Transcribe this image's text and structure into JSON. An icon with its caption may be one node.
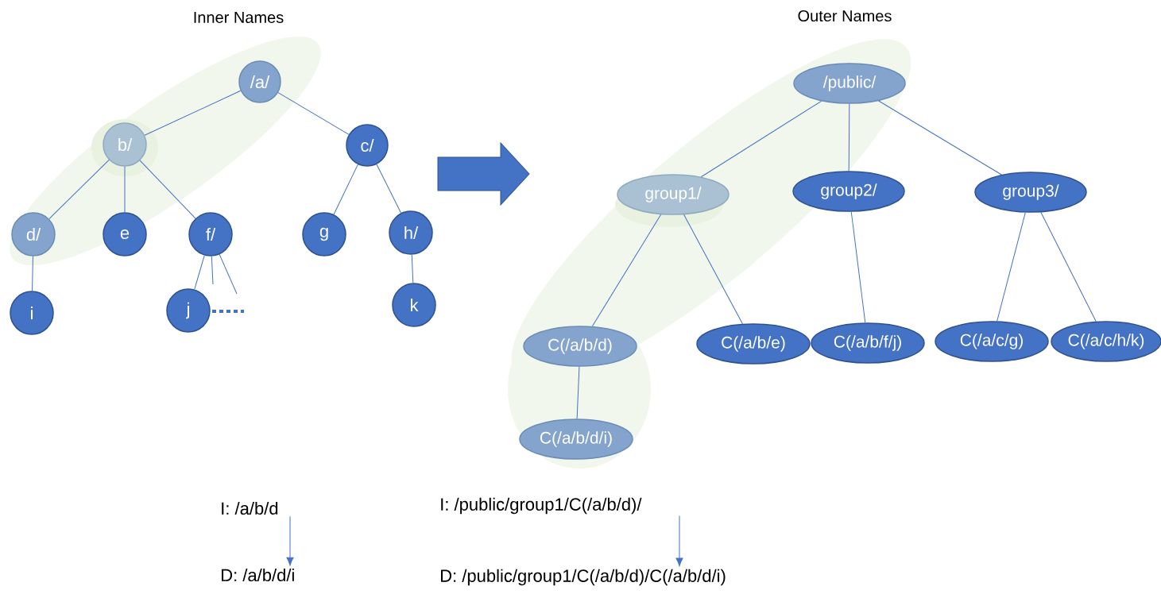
{
  "diagram": {
    "nodes": [
      {
        "text": [
          "/a/"
        ]
      },
      {
        "text": [
          "b/"
        ]
      },
      {
        "text": [
          "c/"
        ]
      },
      {
        "text": [
          "d/"
        ]
      },
      {
        "text": [
          "e"
        ]
      },
      {
        "text": [
          "f/"
        ]
      },
      {
        "text": [
          "g"
        ]
      },
      {
        "text": [
          "h/"
        ]
      },
      {
        "text": [
          "i"
        ]
      },
      {
        "text": [
          "j"
        ]
      },
      {
        "text": [
          "k"
        ]
      },
      {
        "text": [
          "/public/"
        ]
      },
      {
        "text": [
          "group1/"
        ]
      },
      {
        "text": [
          "group2/"
        ]
      },
      {
        "text": [
          "group3/"
        ]
      },
      {
        "text": [
          "C(/a/b/d)"
        ]
      },
      {
        "text": [
          "C(/a/b/e)"
        ]
      },
      {
        "text": [
          "C(/a/b/f/j)"
        ]
      },
      {
        "text": [
          "C(/a/c/g)"
        ]
      },
      {
        "text": [
          "C(/a/c/h/k)"
        ]
      },
      {
        "text": [
          "C(/a/b/d/i)"
        ]
      },
      {
        "text": [
          "I: /a/b/d"
        ]
      },
      {
        "text": [
          "D: /a/b/d/i"
        ]
      },
      {
        "text": [
          "I: /public/group1/C(/a/b/d)/"
        ]
      },
      {
        "text": [
          "D: /public/group1/C(/a/b/d)/C(/a/b/d/i)"
        ]
      }
    ],
    "edges": [
      {
        "from": 0,
        "to": 1,
        "arrow": "none"
      },
      {
        "from": 0,
        "to": 2,
        "arrow": "none"
      },
      {
        "from": 1,
        "to": 3,
        "arrow": "none"
      },
      {
        "from": 1,
        "to": 4,
        "arrow": "none"
      },
      {
        "from": 1,
        "to": 5,
        "arrow": "none"
      },
      {
        "from": 2,
        "to": 6,
        "arrow": "none"
      },
      {
        "from": 2,
        "to": 7,
        "arrow": "none"
      },
      {
        "from": 3,
        "to": 8,
        "arrow": "none"
      },
      {
        "from": 5,
        "to": 9,
        "arrow": "none"
      },
      {
        "from": 5,
        "to": null,
        "arrow": "none"
      },
      {
        "from": 5,
        "to": null,
        "arrow": "none"
      },
      {
        "from": 7,
        "to": 10,
        "arrow": "none"
      },
      {
        "from": 11,
        "to": 12,
        "arrow": "none"
      },
      {
        "from": 11,
        "to": 13,
        "arrow": "none"
      },
      {
        "from": 11,
        "to": 14,
        "arrow": "none"
      },
      {
        "from": 12,
        "to": 15,
        "arrow": "none"
      },
      {
        "from": 12,
        "to": 16,
        "arrow": "none"
      },
      {
        "from": 13,
        "to": 17,
        "arrow": "none"
      },
      {
        "from": 14,
        "to": 18,
        "arrow": "none"
      },
      {
        "from": 14,
        "to": 19,
        "arrow": "none"
      },
      {
        "from": 15,
        "to": 20,
        "arrow": "none"
      },
      {
        "from": 21,
        "to": 22,
        "arrow": "to"
      },
      {
        "from": 23,
        "to": 24,
        "arrow": "to"
      }
    ],
    "labels": [
      "Inner Names",
      "Outer Names"
    ]
  }
}
